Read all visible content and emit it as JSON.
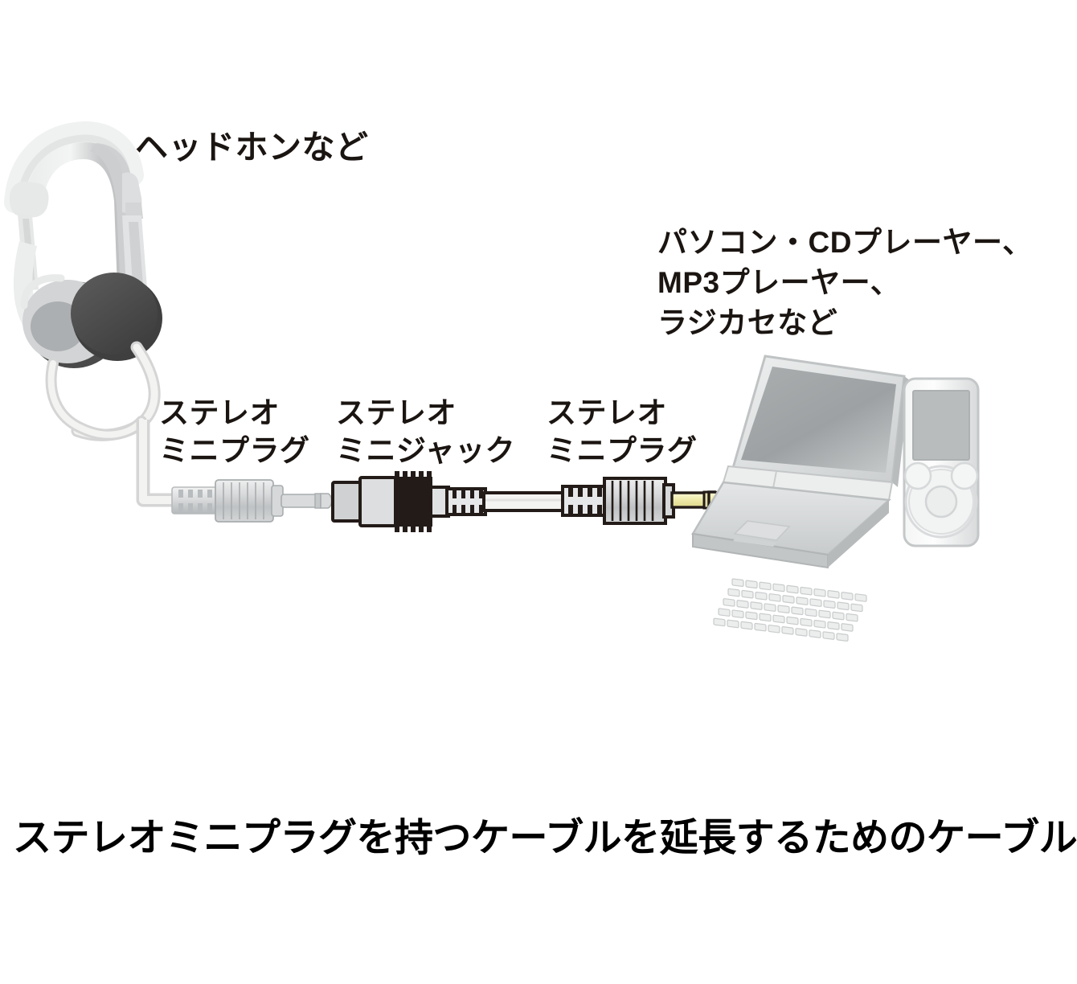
{
  "diagram": {
    "title_caption": "ステレオミニプラグを持つケーブルを延長するためのケーブル",
    "labels": {
      "headphone": "ヘッドホンなど",
      "source_devices": "パソコン・CDプレーヤー、\nMP3プレーヤー、\nラジカセなど",
      "plug_left": "ステレオ\nミニプラグ",
      "jack_middle": "ステレオ\nミニジャック",
      "plug_right": "ステレオ\nミニプラグ"
    },
    "components": [
      {
        "name": "headphones",
        "kind": "device-illustration",
        "side": "left"
      },
      {
        "name": "stereo-mini-plug-left",
        "kind": "connector",
        "tip_color": "#c9cbcd"
      },
      {
        "name": "stereo-mini-jack",
        "kind": "connector",
        "body_color": "#201512"
      },
      {
        "name": "extension-cable",
        "kind": "cable",
        "color": "#f2f2f0"
      },
      {
        "name": "stereo-mini-plug-right",
        "kind": "connector",
        "tip_color": "#f2edb4"
      },
      {
        "name": "laptop-pc",
        "kind": "device-illustration",
        "side": "right"
      },
      {
        "name": "mp3-player",
        "kind": "device-illustration",
        "side": "right"
      }
    ],
    "colors": {
      "background": "#ffffff",
      "text": "#1b1512",
      "caption_text": "#000000",
      "metal_light": "#e4e5e6",
      "metal_mid": "#c9cbcd",
      "metal_dark": "#9fa3a6",
      "outline": "#2b2320",
      "gold_tip": "#f2edb4",
      "earcup_dark": "#4d4d4d",
      "device_grey": "#d4d6d7"
    }
  }
}
